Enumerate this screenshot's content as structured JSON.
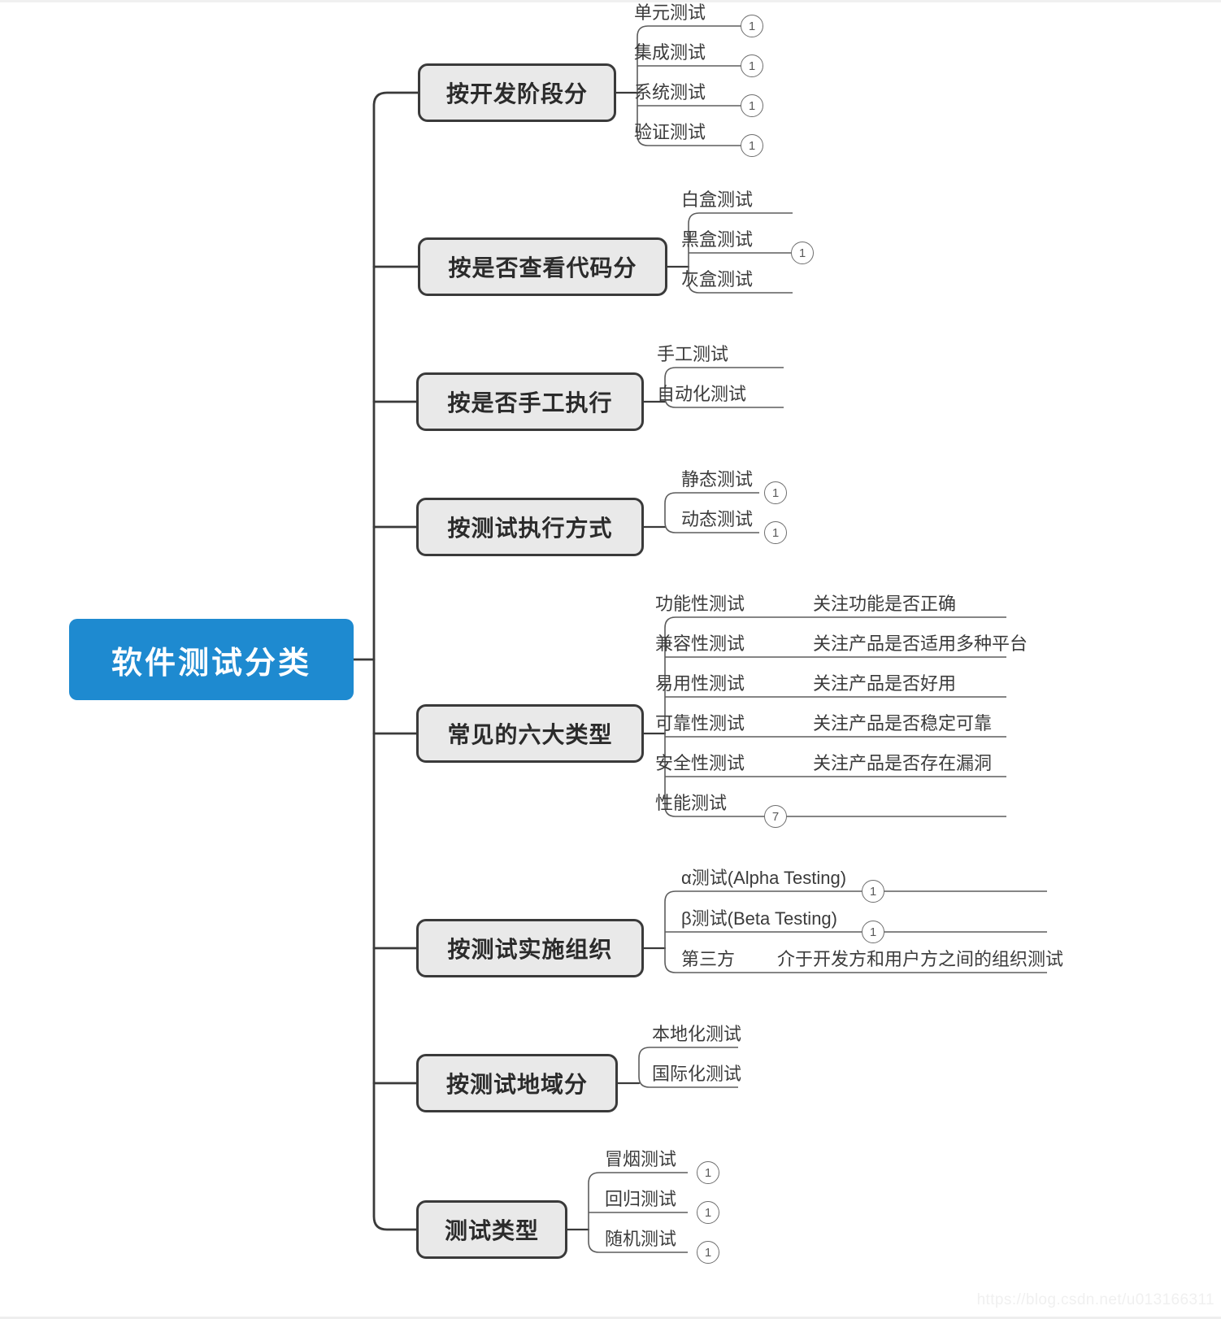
{
  "diagram": {
    "type": "mindmap",
    "title": "软件测试分类",
    "root": {
      "label": "软件测试分类",
      "color": "#1e8ad0",
      "text_color": "#ffffff"
    },
    "branch_style": {
      "fill": "#e9e9e9",
      "border": "#3a3a3a",
      "text_color": "#2b2b2b"
    },
    "branches": [
      {
        "label": "按开发阶段分",
        "leaves": [
          {
            "label": "单元测试",
            "badge": "1",
            "desc": ""
          },
          {
            "label": "集成测试",
            "badge": "1",
            "desc": ""
          },
          {
            "label": "系统测试",
            "badge": "1",
            "desc": ""
          },
          {
            "label": "验证测试",
            "badge": "1",
            "desc": ""
          }
        ]
      },
      {
        "label": "按是否查看代码分",
        "leaves": [
          {
            "label": "白盒测试",
            "badge": "",
            "desc": ""
          },
          {
            "label": "黑盒测试",
            "badge": "1",
            "desc": ""
          },
          {
            "label": "灰盒测试",
            "badge": "",
            "desc": ""
          }
        ]
      },
      {
        "label": "按是否手工执行",
        "leaves": [
          {
            "label": "手工测试",
            "badge": "",
            "desc": ""
          },
          {
            "label": "自动化测试",
            "badge": "",
            "desc": ""
          }
        ]
      },
      {
        "label": "按测试执行方式",
        "leaves": [
          {
            "label": "静态测试",
            "badge": "1",
            "desc": ""
          },
          {
            "label": "动态测试",
            "badge": "1",
            "desc": ""
          }
        ]
      },
      {
        "label": "常见的六大类型",
        "leaves": [
          {
            "label": "功能性测试",
            "badge": "",
            "desc": "关注功能是否正确"
          },
          {
            "label": "兼容性测试",
            "badge": "",
            "desc": "关注产品是否适用多种平台"
          },
          {
            "label": "易用性测试",
            "badge": "",
            "desc": "关注产品是否好用"
          },
          {
            "label": "可靠性测试",
            "badge": "",
            "desc": "关注产品是否稳定可靠"
          },
          {
            "label": "安全性测试",
            "badge": "",
            "desc": "关注产品是否存在漏洞"
          },
          {
            "label": "性能测试",
            "badge": "7",
            "desc": ""
          }
        ]
      },
      {
        "label": "按测试实施组织",
        "leaves": [
          {
            "label": "α测试(Alpha Testing)",
            "badge": "1",
            "desc": ""
          },
          {
            "label": "β测试(Beta Testing)",
            "badge": "1",
            "desc": ""
          },
          {
            "label": "第三方",
            "badge": "",
            "desc": "介于开发方和用户方之间的组织测试"
          }
        ]
      },
      {
        "label": "按测试地域分",
        "leaves": [
          {
            "label": "本地化测试",
            "badge": "",
            "desc": ""
          },
          {
            "label": "国际化测试",
            "badge": "",
            "desc": ""
          }
        ]
      },
      {
        "label": "测试类型",
        "leaves": [
          {
            "label": "冒烟测试",
            "badge": "1",
            "desc": ""
          },
          {
            "label": "回归测试",
            "badge": "1",
            "desc": ""
          },
          {
            "label": "随机测试",
            "badge": "1",
            "desc": ""
          }
        ]
      }
    ]
  },
  "watermark": "https://blog.csdn.net/u013166311"
}
